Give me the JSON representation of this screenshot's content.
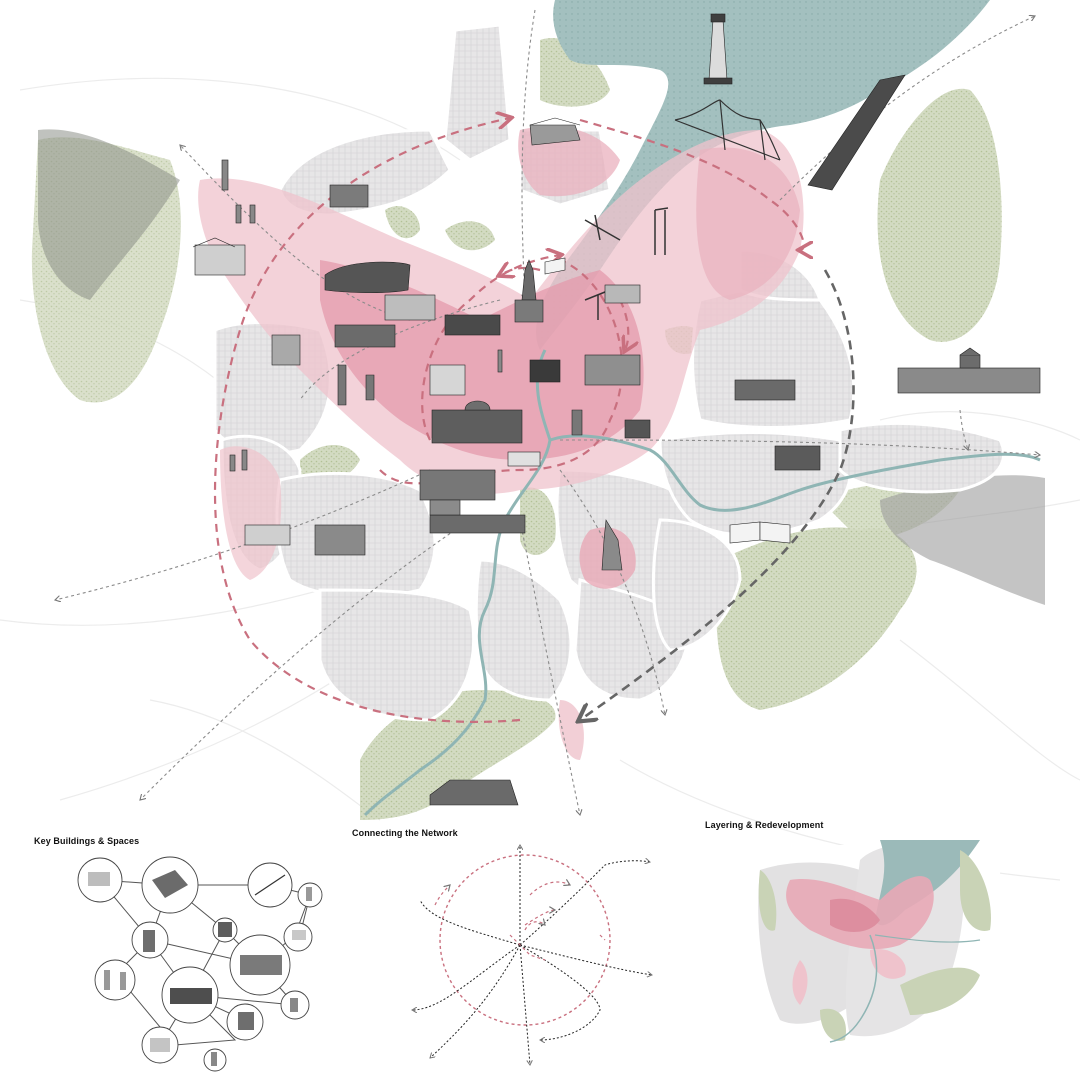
{
  "captions": {
    "key_buildings": "Key Buildings & Spaces",
    "connecting_network": "Connecting the Network",
    "layering": "Layering & Redevelopment"
  },
  "colors": {
    "background": "#ffffff",
    "district": "#e4e3e4",
    "green": "#c9d3b6",
    "water": "#9bbab9",
    "pink_zone": "#efc3cc",
    "pink_core": "#e49aab",
    "route_pink": "#c9707f",
    "route_dark": "#666666",
    "river": "#8fb5b4"
  },
  "map": {
    "icon_names": [
      "lighthouse-icon",
      "bridge-icon",
      "crane-icon",
      "cathedral-icon",
      "castle-icon",
      "city-hall-icon",
      "stadium-icon",
      "parliament-building-icon",
      "quay-building-icon",
      "hangar-icon",
      "memorial-icon",
      "chimney-icon",
      "ship-icon",
      "open-book-icon"
    ]
  }
}
